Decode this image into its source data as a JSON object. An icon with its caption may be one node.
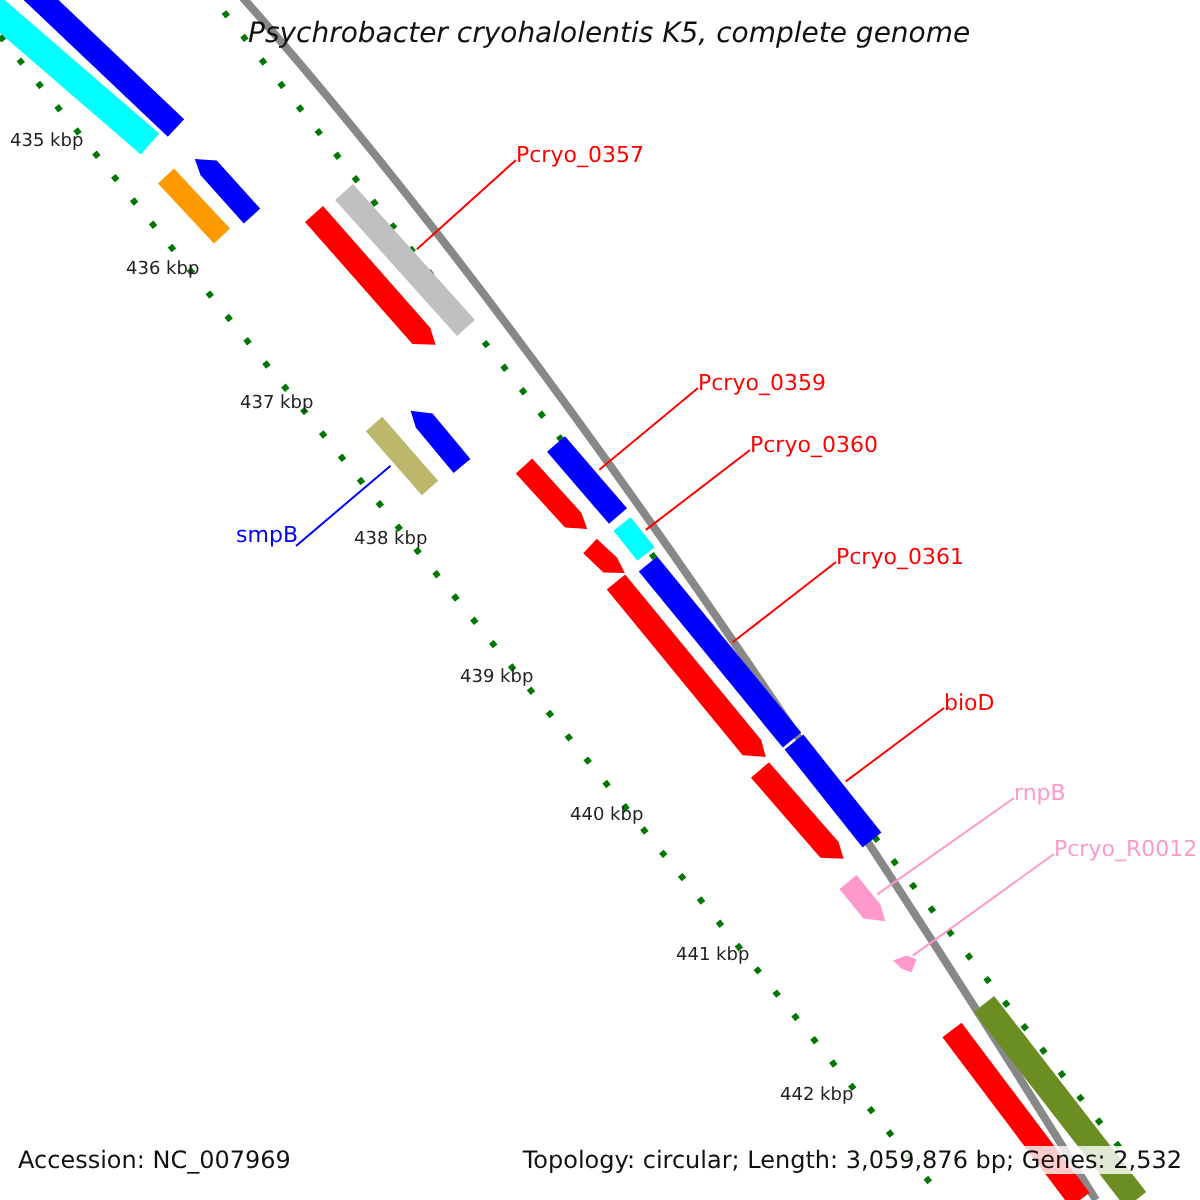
{
  "diagram": {
    "title": "Psychrobacter cryohalolentis K5, complete genome",
    "nodes": [
      {
        "text": [
          "Pcryo_0357"
        ]
      },
      {
        "text": [
          "Pcryo_0359"
        ]
      },
      {
        "text": [
          "Pcryo_0360"
        ]
      },
      {
        "text": [
          "smpB"
        ]
      },
      {
        "text": [
          "Pcryo_0361"
        ]
      },
      {
        "text": [
          "bioD"
        ]
      },
      {
        "text": [
          "rnpB"
        ]
      },
      {
        "text": [
          "Pcryo_R0012"
        ]
      },
      {
        "text": [],
        "shape": "bar"
      },
      {
        "text": [],
        "shape": "bar"
      },
      {
        "text": [],
        "shape": "bar"
      },
      {
        "text": [],
        "shape": "bar"
      },
      {
        "text": [],
        "shape": "bar"
      },
      {
        "text": [],
        "shape": "bar"
      },
      {
        "text": [],
        "shape": "bar"
      },
      {
        "text": [],
        "shape": "bar"
      },
      {
        "text": [],
        "shape": "bar"
      },
      {
        "text": [],
        "shape": "bar"
      },
      {
        "text": [],
        "shape": "bar"
      },
      {
        "text": [],
        "shape": "bar"
      },
      {
        "text": [],
        "shape": "bar"
      },
      {
        "text": [],
        "shape": "bar"
      },
      {
        "text": [],
        "shape": "bar"
      },
      {
        "text": [],
        "shape": "bar"
      },
      {
        "text": [],
        "shape": "bar"
      },
      {
        "text": [],
        "shape": "bar"
      },
      {
        "text": [],
        "shape": "bar"
      },
      {
        "text": [],
        "shape": "bar"
      }
    ],
    "edges": [
      {
        "from": 0,
        "to": 8,
        "arrow": "none"
      },
      {
        "from": 1,
        "to": 9,
        "arrow": "none"
      },
      {
        "from": 2,
        "to": 10,
        "arrow": "none"
      },
      {
        "from": 3,
        "to": 11,
        "arrow": "none",
        "color": "#0000ff"
      },
      {
        "from": 4,
        "to": 12,
        "arrow": "none"
      },
      {
        "from": 5,
        "to": 13,
        "arrow": "none"
      },
      {
        "from": 6,
        "to": 14,
        "arrow": "none",
        "color": "#ff99cc"
      },
      {
        "from": 7,
        "to": 15,
        "arrow": "none",
        "color": "#ff99cc"
      }
    ],
    "labels": [
      "435 kbp",
      "436 kbp",
      "437 kbp",
      "438 kbp",
      "439 kbp",
      "440 kbp",
      "441 kbp",
      "442 kbp",
      "Accession: NC_007969",
      "Topology: circular; Length: 3,059,876 bp; Genes: 2,532"
    ]
  }
}
